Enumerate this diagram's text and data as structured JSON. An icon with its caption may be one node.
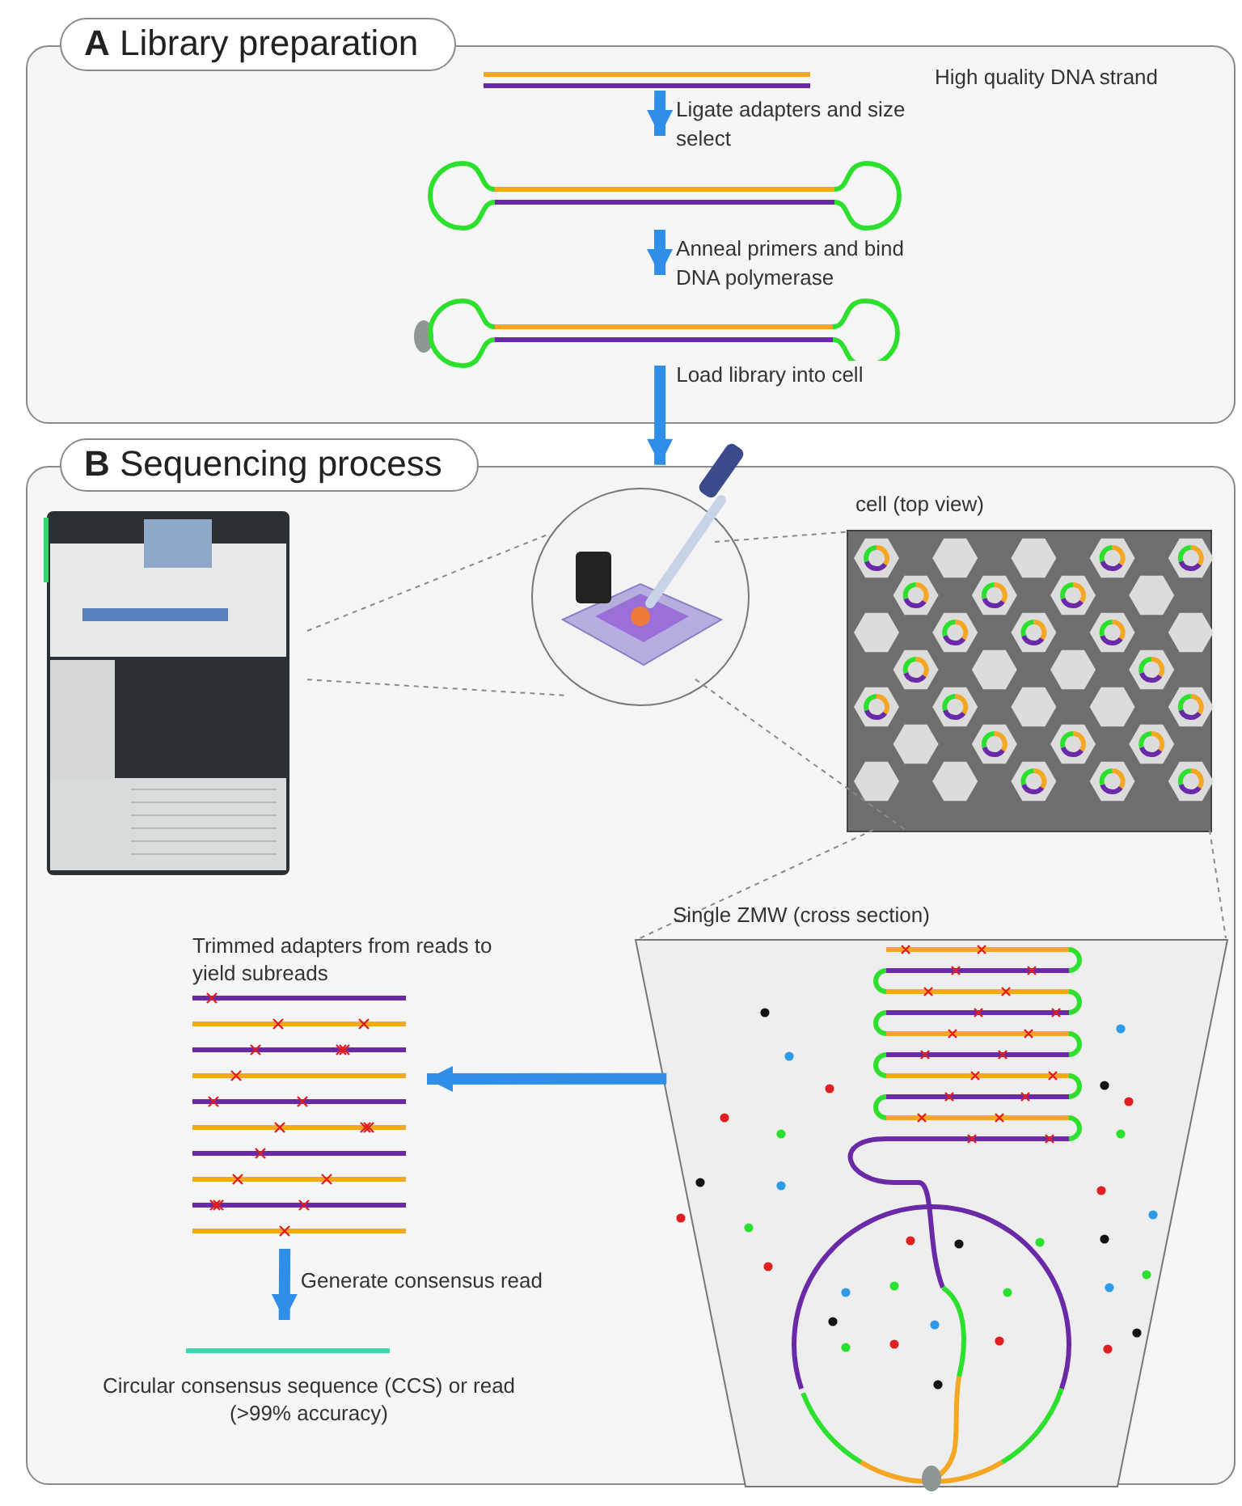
{
  "diagram": {
    "nodes": [
      {
        "text": [
          "**A** Library preparation"
        ]
      },
      {
        "text": [],
        "shape": "picture",
        "in": 0
      },
      {
        "text": [],
        "shape": "picture",
        "in": 0
      },
      {
        "text": [],
        "shape": "picture",
        "in": 0
      },
      {
        "text": [
          "**B** Sequencing process"
        ]
      },
      {
        "text": [],
        "shape": "picture",
        "in": 4
      },
      {
        "text": [],
        "shape": "picture",
        "in": 4
      },
      {
        "text": [],
        "shape": "picture",
        "in": 4,
        "beside": [
          "cell (top view)"
        ]
      },
      {
        "text": [],
        "shape": "picture",
        "in": 4,
        "beside": [
          "Single ZMW (cross section)"
        ]
      },
      {
        "text": [],
        "shape": "picture",
        "in": 4,
        "beside": [
          "Trimmed adapters from reads to yield subreads"
        ]
      },
      {
        "text": [],
        "shape": "picture",
        "in": 4,
        "beside": [
          "Circular consensus sequence (CCS) or read (>99% accuracy)"
        ]
      }
    ],
    "edges": [
      {
        "from": 1,
        "to": 2,
        "arrow": "to",
        "label": "Ligate adapters and size select",
        "style": "thick",
        "color": "#2f8fe8"
      },
      {
        "from": 2,
        "to": 3,
        "arrow": "to",
        "label": "Anneal primers and bind DNA polymerase",
        "style": "thick",
        "color": "#2f8fe8"
      },
      {
        "from": 3,
        "to": 6,
        "arrow": "to",
        "label": "Load library into cell",
        "style": "thick",
        "color": "#2f8fe8"
      },
      {
        "from": 8,
        "to": 9,
        "arrow": "to",
        "style": "thick",
        "color": "#2f8fe8"
      },
      {
        "from": 9,
        "to": 10,
        "arrow": "to",
        "label": "Generate consensus read",
        "style": "thick",
        "color": "#2f8fe8"
      },
      {
        "from": 5,
        "to": 6,
        "arrow": "none",
        "style": "dashed",
        "color": "#8a8a8a"
      },
      {
        "from": 5,
        "to": 6,
        "arrow": "none",
        "style": "dashed",
        "color": "#8a8a8a"
      },
      {
        "from": 6,
        "to": 7,
        "arrow": "none",
        "style": "dashed",
        "color": "#8a8a8a"
      },
      {
        "from": 6,
        "to": 7,
        "arrow": "none",
        "style": "dashed",
        "color": "#8a8a8a"
      },
      {
        "from": 7,
        "to": 8,
        "arrow": "none",
        "style": "dashed",
        "color": "#8a8a8a"
      },
      {
        "from": 7,
        "to": 8,
        "arrow": "none",
        "style": "dashed",
        "color": "#8a8a8a"
      }
    ],
    "labels": [
      "High quality DNA strand"
    ]
  }
}
